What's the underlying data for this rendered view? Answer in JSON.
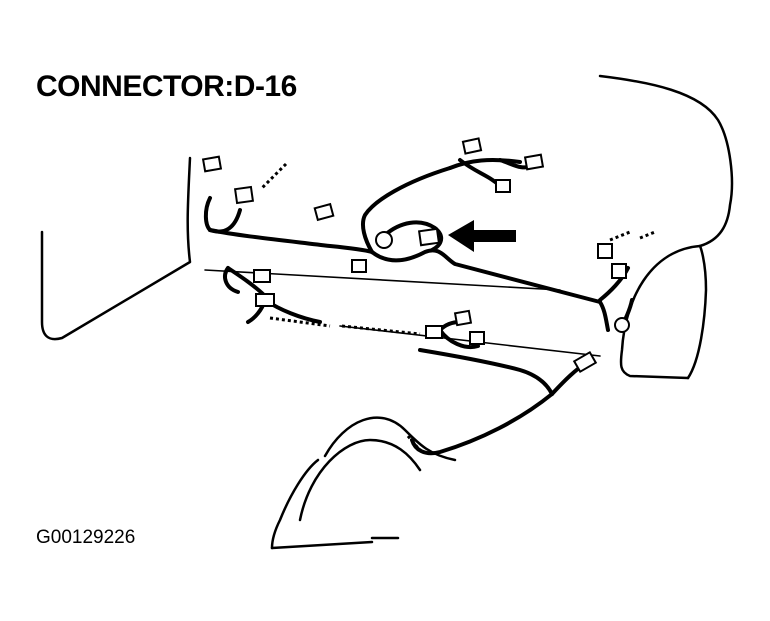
{
  "diagram": {
    "title": "CONNECTOR:D-16",
    "figure_id": "G00129226",
    "connector_location": "arrow-pointing-to-connector"
  }
}
